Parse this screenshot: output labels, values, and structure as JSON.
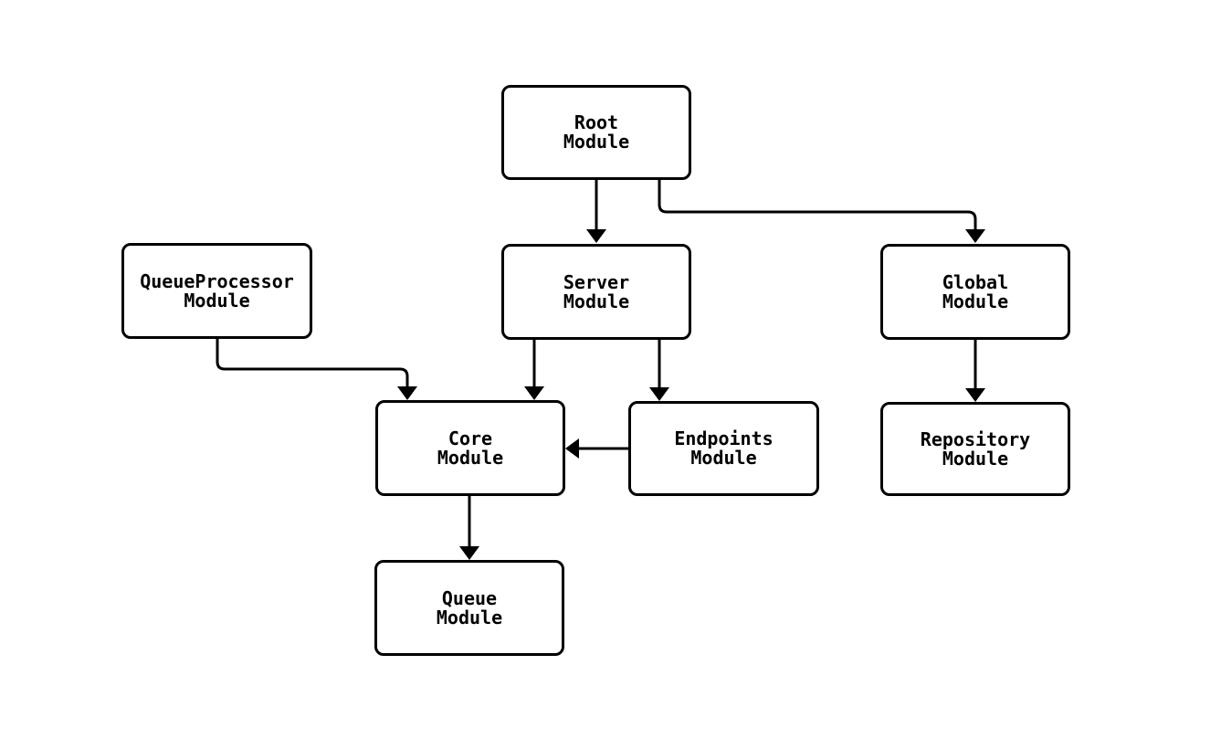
{
  "diagram": {
    "type": "module-dependency-graph",
    "background_color": "#ffffff",
    "node_fill_color": "#ffffff",
    "line_color": "#000000",
    "text_color": "#000000",
    "nodes": {
      "root": {
        "line1": "Root",
        "line2": "Module"
      },
      "queueprocessor": {
        "line1": "QueueProcessor",
        "line2": "Module"
      },
      "server": {
        "line1": "Server",
        "line2": "Module"
      },
      "global": {
        "line1": "Global",
        "line2": "Module"
      },
      "core": {
        "line1": "Core",
        "line2": "Module"
      },
      "endpoints": {
        "line1": "Endpoints",
        "line2": "Module"
      },
      "repository": {
        "line1": "Repository",
        "line2": "Module"
      },
      "queue": {
        "line1": "Queue",
        "line2": "Module"
      }
    },
    "edges": [
      {
        "from": "Root Module",
        "to": "Server Module"
      },
      {
        "from": "Root Module",
        "to": "Global Module"
      },
      {
        "from": "QueueProcessor Module",
        "to": "Core Module"
      },
      {
        "from": "Server Module",
        "to": "Core Module"
      },
      {
        "from": "Server Module",
        "to": "Endpoints Module"
      },
      {
        "from": "Endpoints Module",
        "to": "Core Module"
      },
      {
        "from": "Global Module",
        "to": "Repository Module"
      },
      {
        "from": "Core Module",
        "to": "Queue Module"
      }
    ]
  }
}
